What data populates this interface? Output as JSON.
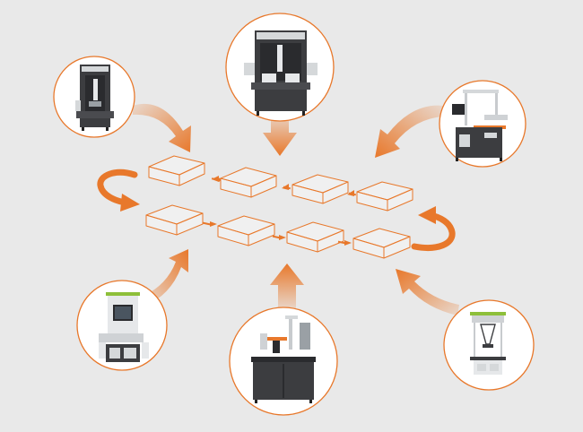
{
  "colors": {
    "background": "#e9e9e9",
    "accent": "#e8782b",
    "circle_fill": "#ffffff",
    "circle_border": "#e8782b",
    "box_stroke": "#e8782b",
    "machine_dark": "#3c3d40",
    "machine_light": "#d5d8da",
    "screen_green": "#8dbf3a"
  },
  "diagram": {
    "machines": [
      {
        "id": "cabinet-robot-top-left",
        "icon": "enclosed-robot-cabinet-icon"
      },
      {
        "id": "dual-station-top-center",
        "icon": "dual-station-cabinet-icon"
      },
      {
        "id": "gantry-robot-top-right",
        "icon": "gantry-robot-icon"
      },
      {
        "id": "screen-station-bottom-left",
        "icon": "screen-inspection-station-icon"
      },
      {
        "id": "dispensing-bottom-center",
        "icon": "dispensing-workstation-icon"
      },
      {
        "id": "delta-robot-bottom-right",
        "icon": "delta-robot-cell-icon"
      }
    ],
    "conveyor": {
      "top_row_direction": "right-to-left",
      "bottom_row_direction": "left-to-right",
      "loop_arrows": [
        "left-loop-arrow-icon",
        "right-loop-arrow-icon"
      ]
    }
  }
}
